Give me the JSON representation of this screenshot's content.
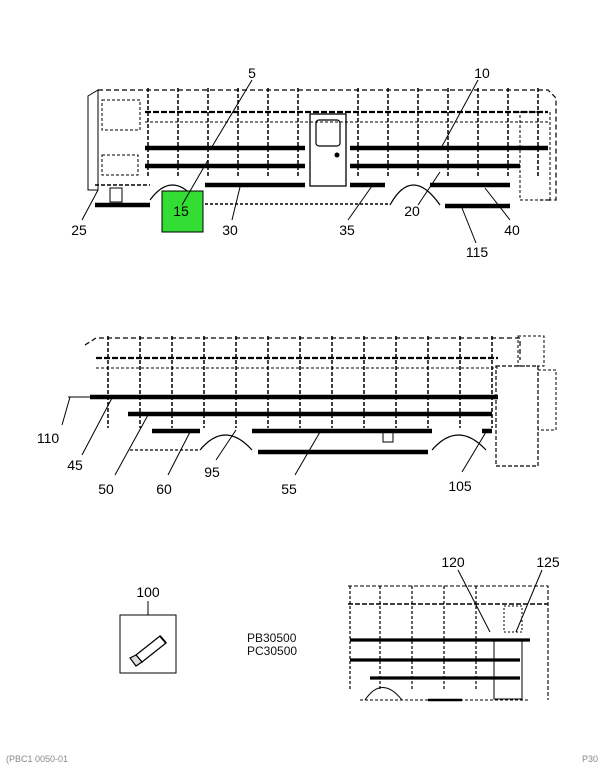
{
  "callouts": {
    "c5": "5",
    "c10": "10",
    "c15": "15",
    "c20": "20",
    "c25": "25",
    "c30": "30",
    "c35": "35",
    "c40": "40",
    "c115": "115",
    "c110": "110",
    "c45": "45",
    "c50": "50",
    "c60": "60",
    "c95": "95",
    "c55": "55",
    "c105": "105",
    "c100": "100",
    "c120": "120",
    "c125": "125"
  },
  "highlight_color": "#33dd33",
  "codes": {
    "line1": "PB30500",
    "line2": "PC30500"
  },
  "footer": {
    "left": "(PBC1 0050-01",
    "right": "P30"
  }
}
